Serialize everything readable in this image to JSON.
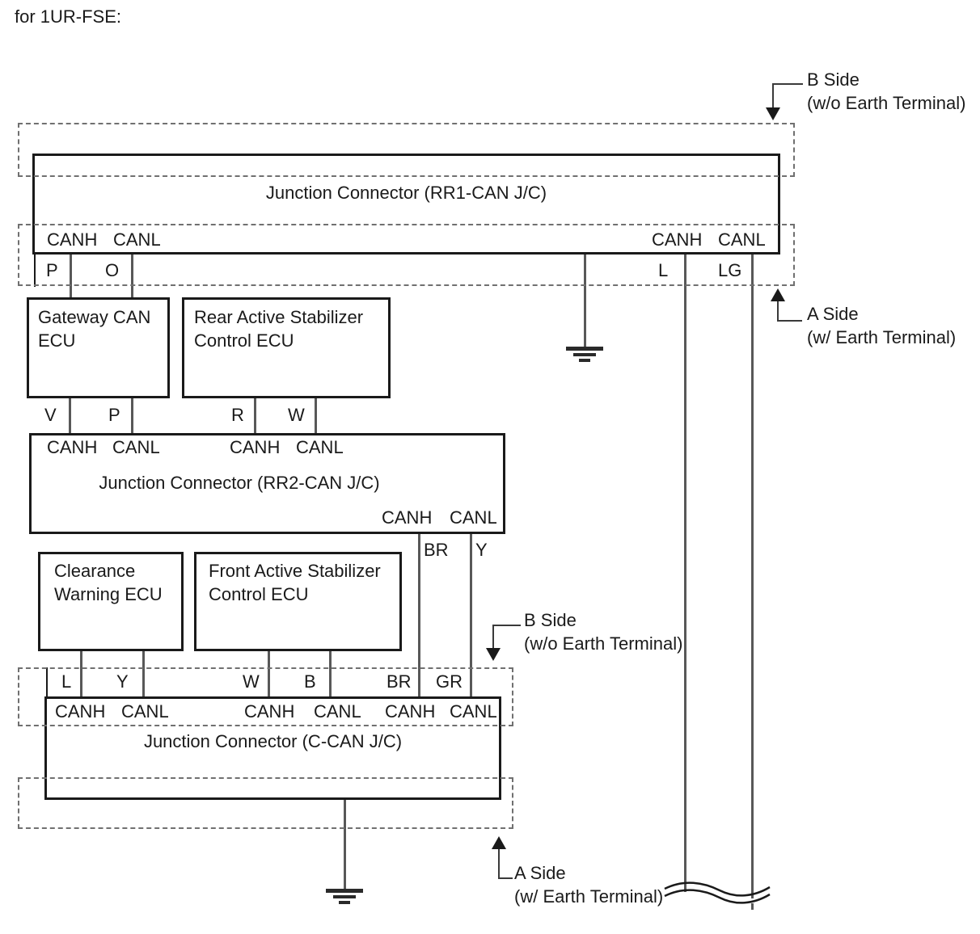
{
  "header": {
    "variant_label": "for 1UR-FSE:"
  },
  "connectors": {
    "rr1": {
      "title": "Junction Connector (RR1-CAN J/C)",
      "left": [
        "CANH",
        "CANL"
      ],
      "right": [
        "CANH",
        "CANL"
      ]
    },
    "rr2": {
      "title": "Junction Connector (RR2-CAN J/C)",
      "top": [
        "CANH",
        "CANL",
        "CANH",
        "CANL"
      ],
      "bottom": [
        "CANH",
        "CANL"
      ]
    },
    "ccan": {
      "title": "Junction Connector (C-CAN J/C)",
      "top": [
        "CANH",
        "CANL",
        "CANH",
        "CANL",
        "CANH",
        "CANL"
      ]
    }
  },
  "ecus": {
    "gateway": {
      "line1": "Gateway CAN",
      "line2": "ECU"
    },
    "rear_stab": {
      "line1": "Rear Active Stabilizer",
      "line2": "Control ECU"
    },
    "clearance": {
      "line1": "Clearance",
      "line2": "Warning ECU"
    },
    "front_stab": {
      "line1": "Front Active Stabilizer",
      "line2": "Control ECU"
    }
  },
  "wire_labels": {
    "rr1_left": [
      "P",
      "O"
    ],
    "rr1_right": [
      "L",
      "LG"
    ],
    "rr2_top": [
      "V",
      "P",
      "R",
      "W"
    ],
    "rr2_bottom": [
      "BR",
      "Y"
    ],
    "ccan_top": [
      "L",
      "Y",
      "W",
      "B",
      "BR",
      "GR"
    ]
  },
  "annotations": {
    "b_side_top": {
      "line1": "B Side",
      "line2": "(w/o Earth Terminal)"
    },
    "a_side_top": {
      "line1": "A Side",
      "line2": "(w/ Earth Terminal)"
    },
    "b_side_mid": {
      "line1": "B Side",
      "line2": "(w/o Earth Terminal)"
    },
    "a_side_bottom": {
      "line1": "A Side",
      "line2": "(w/ Earth Terminal)"
    }
  },
  "colors": {
    "line": "#1a1a1a",
    "wire": "#585858",
    "dashed_outline": "#707070",
    "background": "#ffffff"
  }
}
